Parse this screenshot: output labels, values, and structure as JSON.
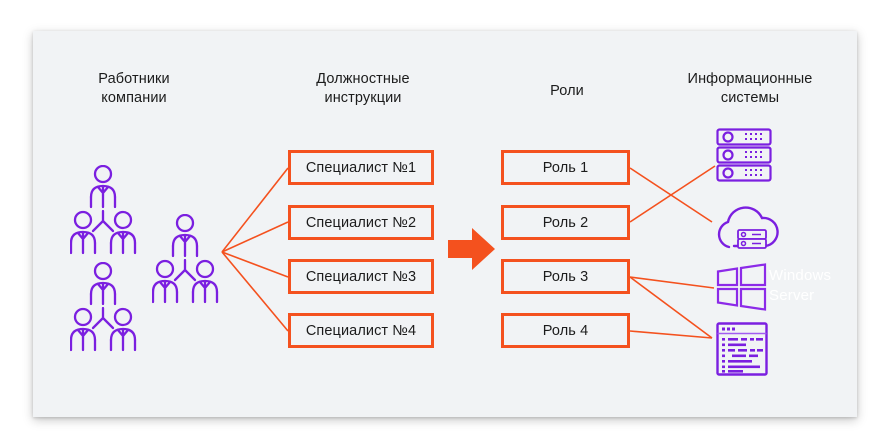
{
  "diagram": {
    "background_color": "#ffffff",
    "card_color": "#f1f3f5",
    "accent_orange": "#f4511e",
    "accent_purple": "#7b1fe0",
    "text_color": "#1c1c1c",
    "columns": [
      {
        "id": "workers",
        "title": "Работники\nкомпании"
      },
      {
        "id": "jobs",
        "title": "Должностные\nинструкции"
      },
      {
        "id": "roles",
        "title": "Роли"
      },
      {
        "id": "systems",
        "title": "Информационные\nсистемы"
      }
    ],
    "job_instructions": [
      {
        "label": "Специалист №1"
      },
      {
        "label": "Специалист №2"
      },
      {
        "label": "Специалист №3"
      },
      {
        "label": "Специалист №4"
      }
    ],
    "roles": [
      {
        "label": "Роль 1"
      },
      {
        "label": "Роль 2"
      },
      {
        "label": "Роль 3"
      },
      {
        "label": "Роль 4"
      }
    ],
    "information_systems": [
      {
        "id": "server-stack",
        "icon": "server-stack-icon",
        "label": ""
      },
      {
        "id": "cloud",
        "icon": "cloud-server-icon",
        "label": ""
      },
      {
        "id": "windows",
        "icon": "windows-logo-icon",
        "label": "Windows\nServer"
      },
      {
        "id": "code",
        "icon": "code-window-icon",
        "label": ""
      }
    ],
    "people_groups": [
      {
        "id": "group-1",
        "members": 3
      },
      {
        "id": "group-2",
        "members": 3
      },
      {
        "id": "group-3",
        "members": 3
      }
    ],
    "center_arrow": {
      "icon": "right-arrow-icon",
      "direction": "right"
    }
  }
}
